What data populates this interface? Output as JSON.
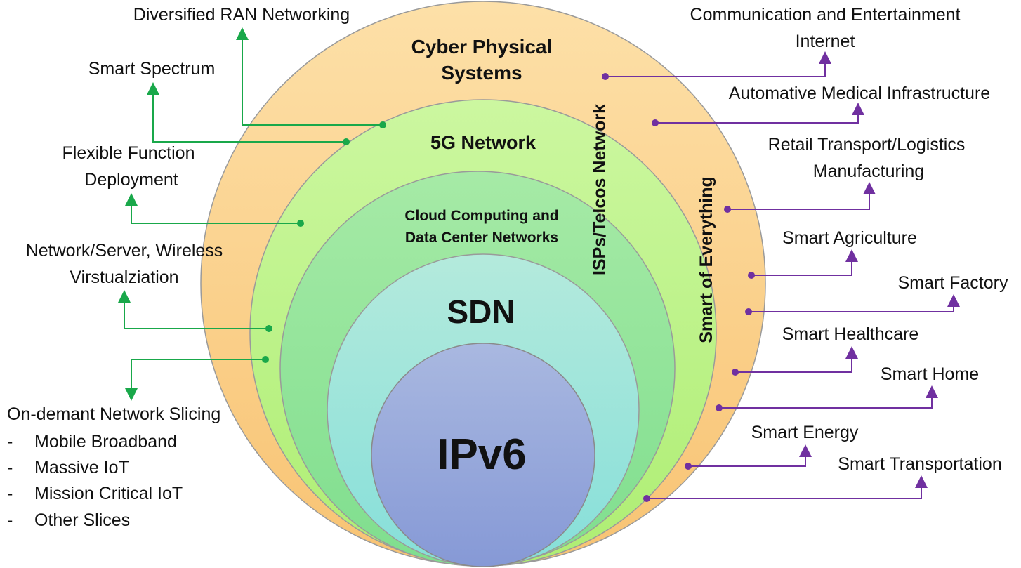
{
  "layers": {
    "cps": "Cyber Physical Systems",
    "cps_line1": "Cyber Physical",
    "cps_line2": "Systems",
    "fiveg": "5G Network",
    "cloud_line1": "Cloud Computing and",
    "cloud_line2": "Data Center Networks",
    "sdn": "SDN",
    "ipv6": "IPv6",
    "isp": "ISPs/Telcos Network",
    "smart_everything": "Smart of Everything"
  },
  "left_labels": {
    "ran": "Diversified RAN Networking",
    "spectrum": "Smart Spectrum",
    "flex_line1": "Flexible Function",
    "flex_line2": "Deployment",
    "virt_line1": "Network/Server, Wireless",
    "virt_line2": "Virstualziation",
    "slicing_title": "On-demant Network Slicing",
    "slices": [
      "Mobile Broadband",
      "Massive IoT",
      "Mission Critical IoT",
      "Other Slices"
    ],
    "dash": "-"
  },
  "right_labels": {
    "comm_line1": "Communication and Entertainment",
    "comm_line2": "Internet",
    "medical": "Automative Medical Infrastructure",
    "retail_line1": "Retail Transport/Logistics",
    "retail_line2": "Manufacturing",
    "agriculture": "Smart Agriculture",
    "factory": "Smart Factory",
    "healthcare": "Smart Healthcare",
    "home": "Smart Home",
    "energy": "Smart Energy",
    "transportation": "Smart Transportation"
  },
  "colors": {
    "cps_fill": "#fbd391",
    "fiveg_fill": "#c2f48c",
    "cloud_fill": "#93e59a",
    "sdn_fill": "#9ee3d6",
    "ipv6_fill": "#96a6d8",
    "left_connector": "#19a84a",
    "right_connector": "#7030a0"
  }
}
